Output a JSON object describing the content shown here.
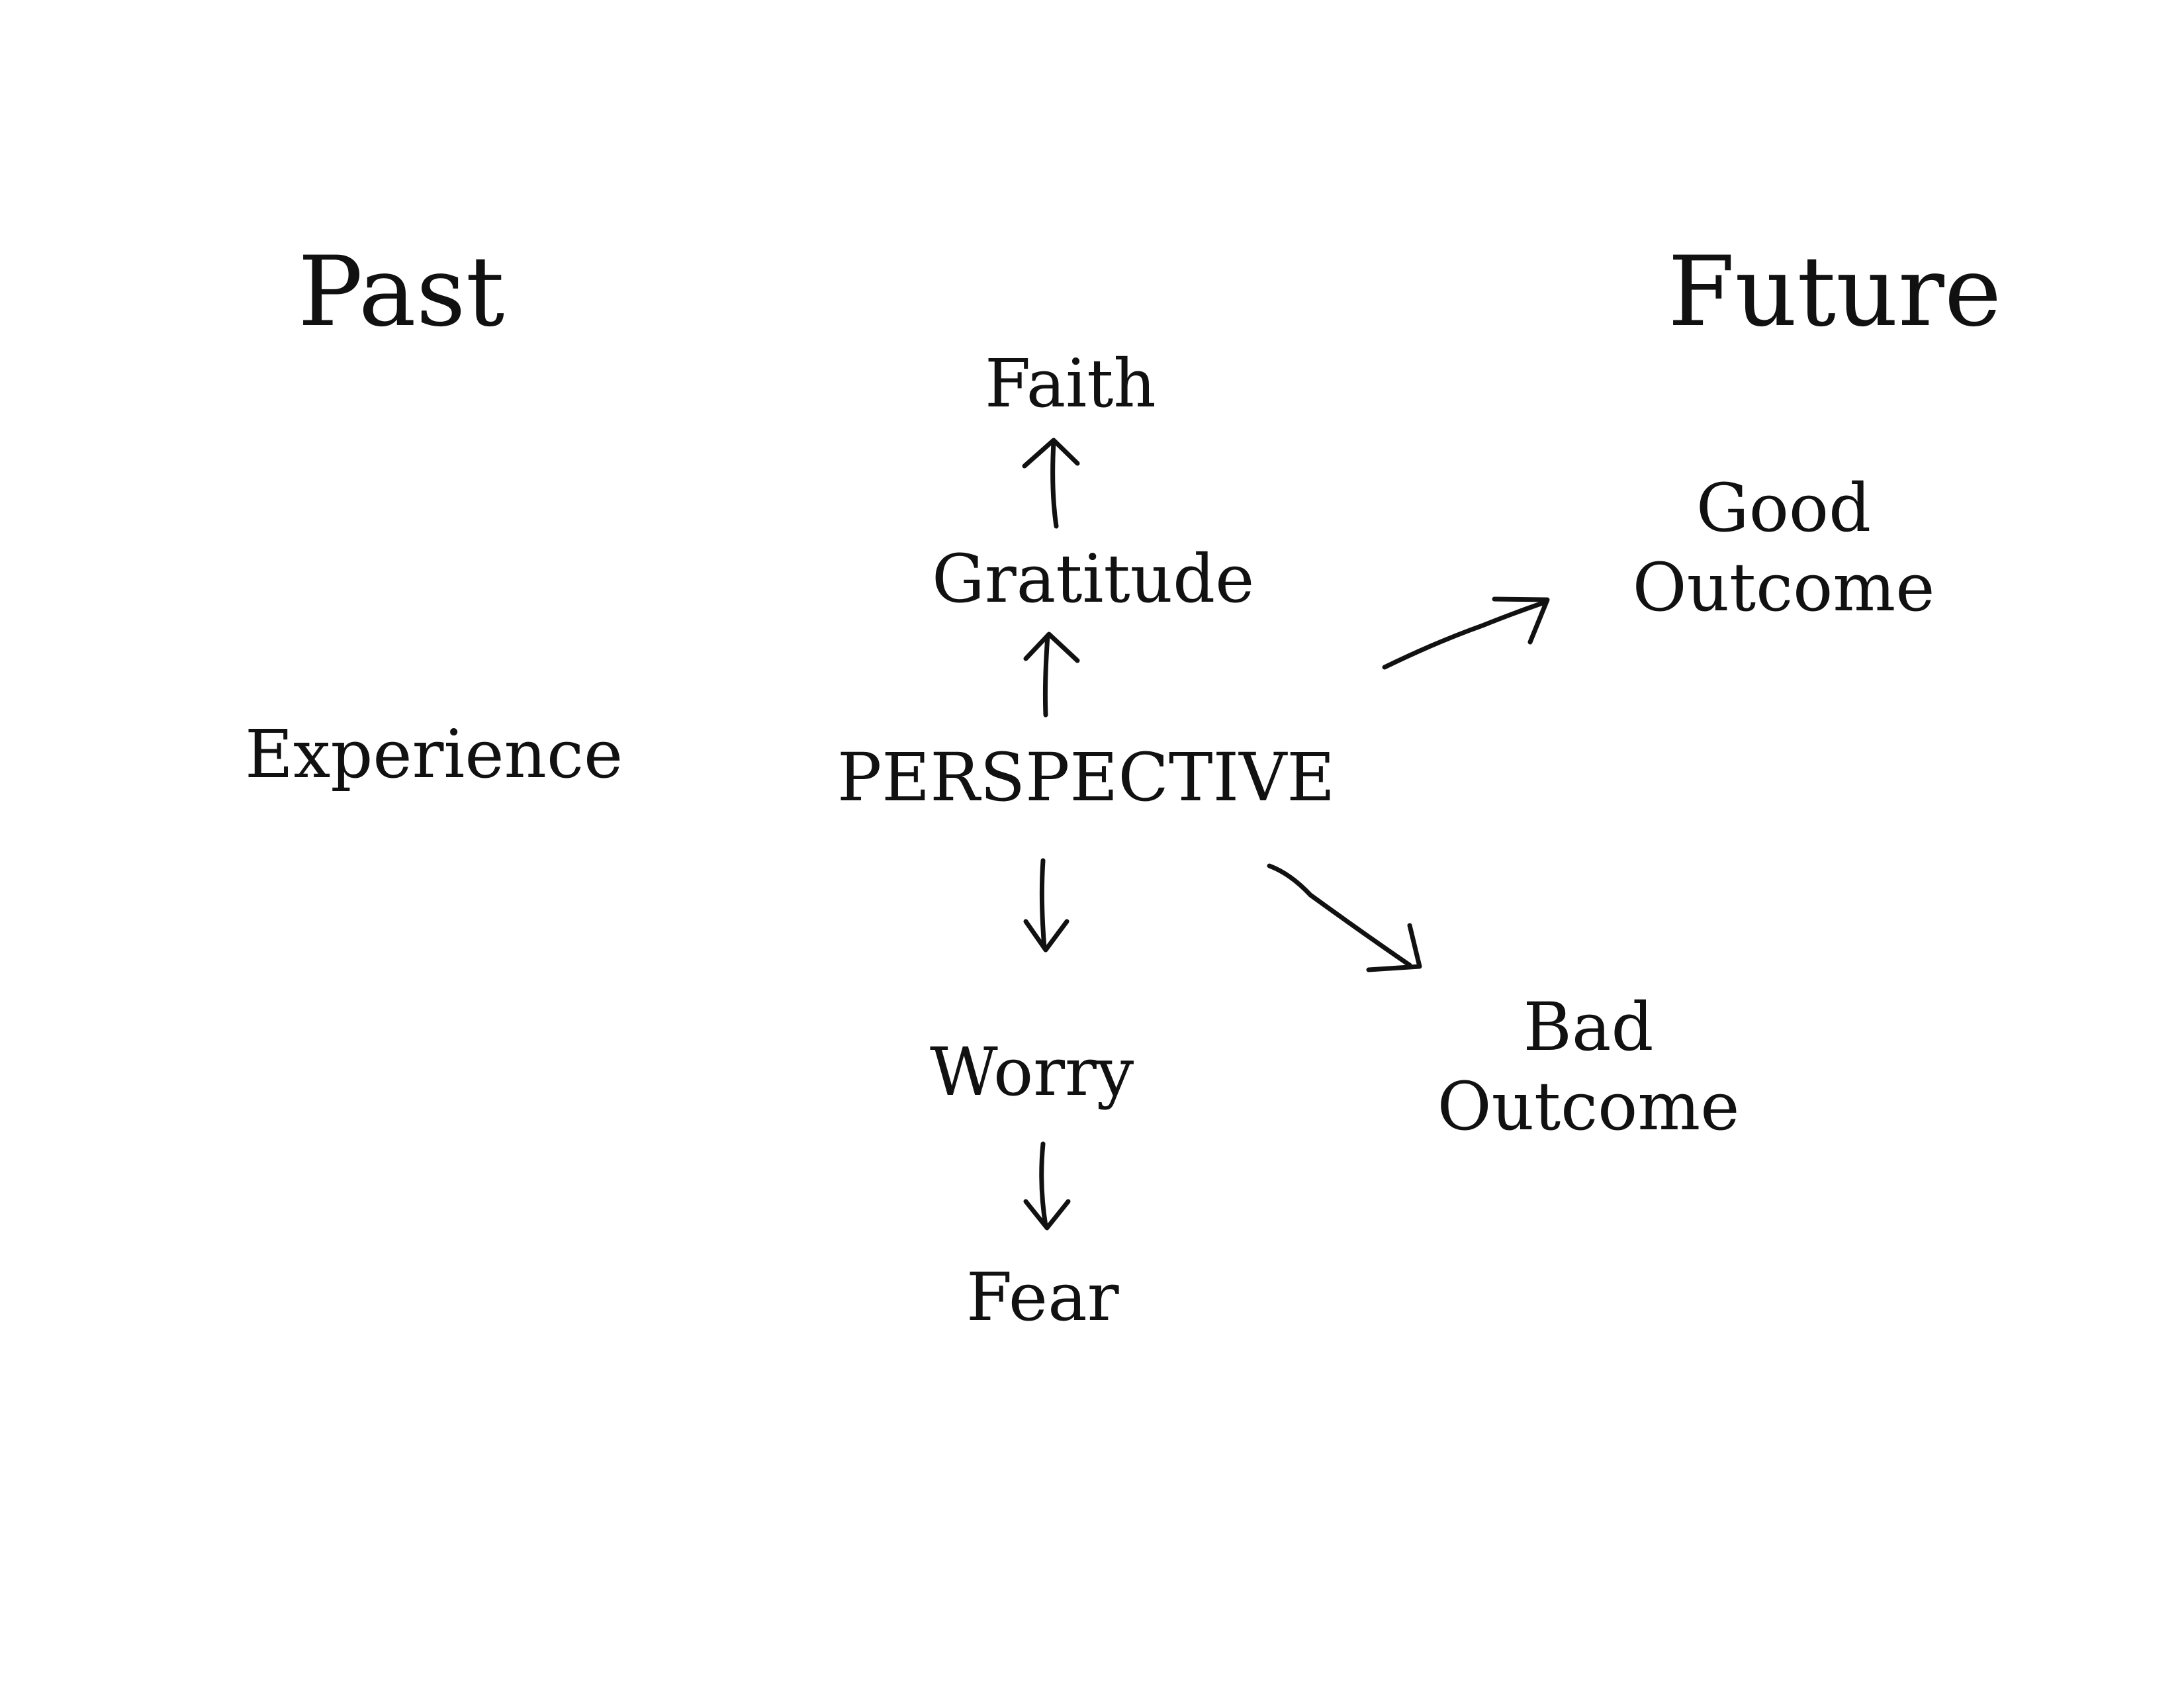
{
  "diagram": {
    "headings": {
      "past": "Past",
      "future": "Future"
    },
    "nodes": {
      "experience": "Experience",
      "perspective": "PERSPECTIVE",
      "gratitude": "Gratitude",
      "faith": "Faith",
      "worry": "Worry",
      "fear": "Fear",
      "good_outcome_line1": "Good",
      "good_outcome_line2": "Outcome",
      "bad_outcome_line1": "Bad",
      "bad_outcome_line2": "Outcome"
    }
  }
}
